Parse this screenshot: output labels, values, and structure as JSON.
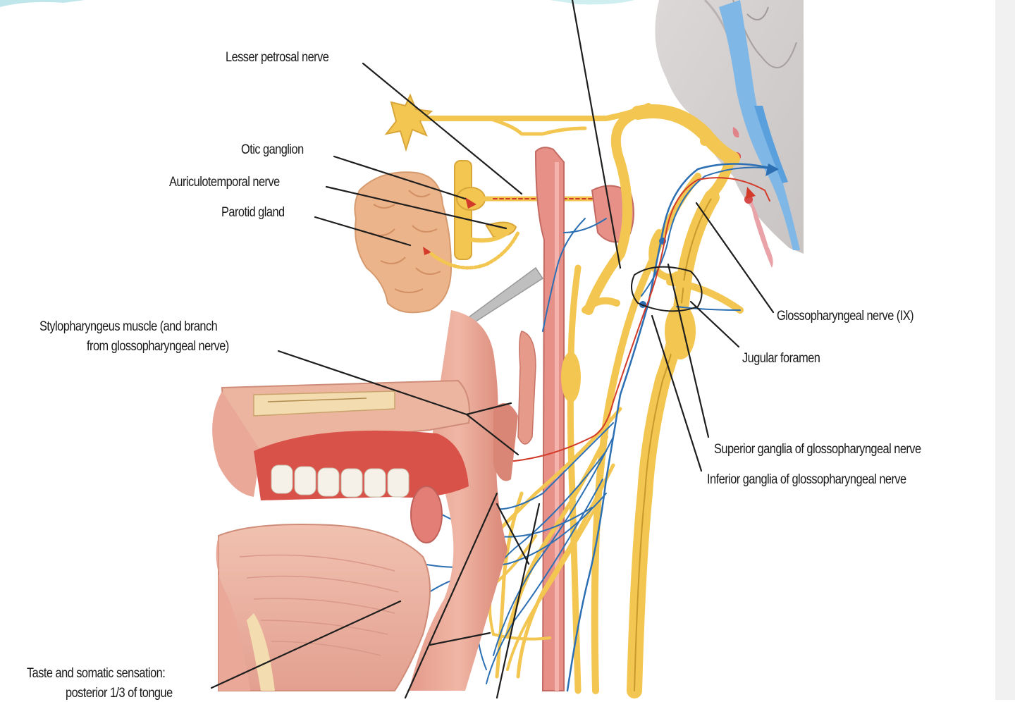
{
  "labels": {
    "lesser_petrosal": "Lesser petrosal nerve",
    "otic_ganglion": "Otic ganglion",
    "auriculotemporal": "Auriculotemporal nerve",
    "parotid_gland": "Parotid gland",
    "stylopharyngeus_1": "Stylopharyngeus muscle (and branch",
    "stylopharyngeus_2": "from glossopharyngeal nerve)",
    "glossopharyngeal": "Glossopharyngeal nerve (IX)",
    "jugular_foramen": "Jugular foramen",
    "superior_ganglia": "Superior ganglia of glossopharyngeal nerve",
    "inferior_ganglia": "Inferior ganglia of glossopharyngeal nerve",
    "taste_1": "Taste and somatic sensation:",
    "taste_2": "posterior 1/3 of tongue"
  },
  "colors": {
    "nerve": "#f2c650",
    "blue_fiber": "#2c6fb3",
    "red_fiber": "#d23a2a",
    "tissue": "#e8998a",
    "gland": "#ebb48a",
    "bone": "#d9d6d6"
  }
}
